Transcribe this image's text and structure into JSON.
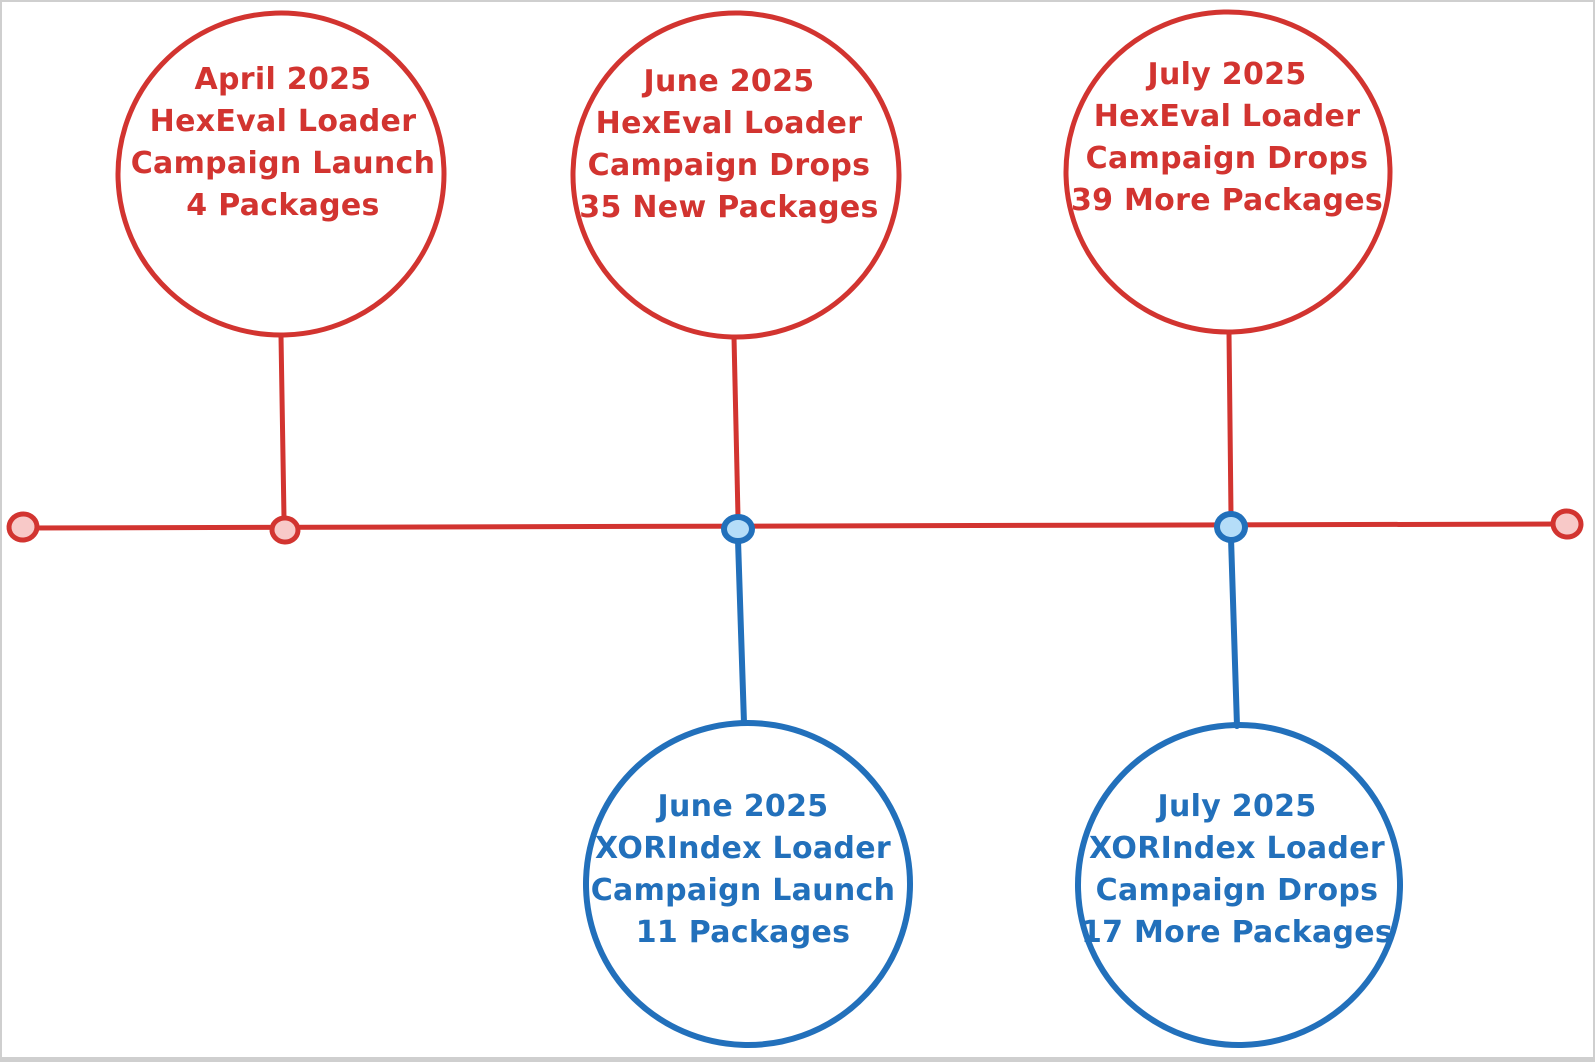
{
  "colors": {
    "red": "#d23430",
    "red_fill": "#f8c9c8",
    "blue": "#2270bb",
    "blue_fill": "#b5ddf8",
    "background": "#ffffff",
    "frame": "#cfcfcf"
  },
  "events": [
    {
      "name": "april-2025-hexeval-launch",
      "color": "red",
      "placement": "above-axis",
      "lines": [
        "April 2025",
        "HexEval Loader",
        "Campaign Launch",
        "4 Packages"
      ]
    },
    {
      "name": "june-2025-hexeval-drops",
      "color": "red",
      "placement": "above-axis",
      "lines": [
        "June 2025",
        "HexEval Loader",
        "Campaign Drops",
        "35 New Packages"
      ]
    },
    {
      "name": "july-2025-hexeval-drops",
      "color": "red",
      "placement": "above-axis",
      "lines": [
        "July 2025",
        "HexEval Loader",
        "Campaign Drops",
        "39 More Packages"
      ]
    },
    {
      "name": "june-2025-xorindex-launch",
      "color": "blue",
      "placement": "below-axis",
      "lines": [
        "June 2025",
        "XORIndex Loader",
        "Campaign Launch",
        "11 Packages"
      ]
    },
    {
      "name": "july-2025-xorindex-drops",
      "color": "blue",
      "placement": "below-axis",
      "lines": [
        "July 2025",
        "XORIndex Loader",
        "Campaign Drops",
        "17 More Packages"
      ]
    }
  ]
}
